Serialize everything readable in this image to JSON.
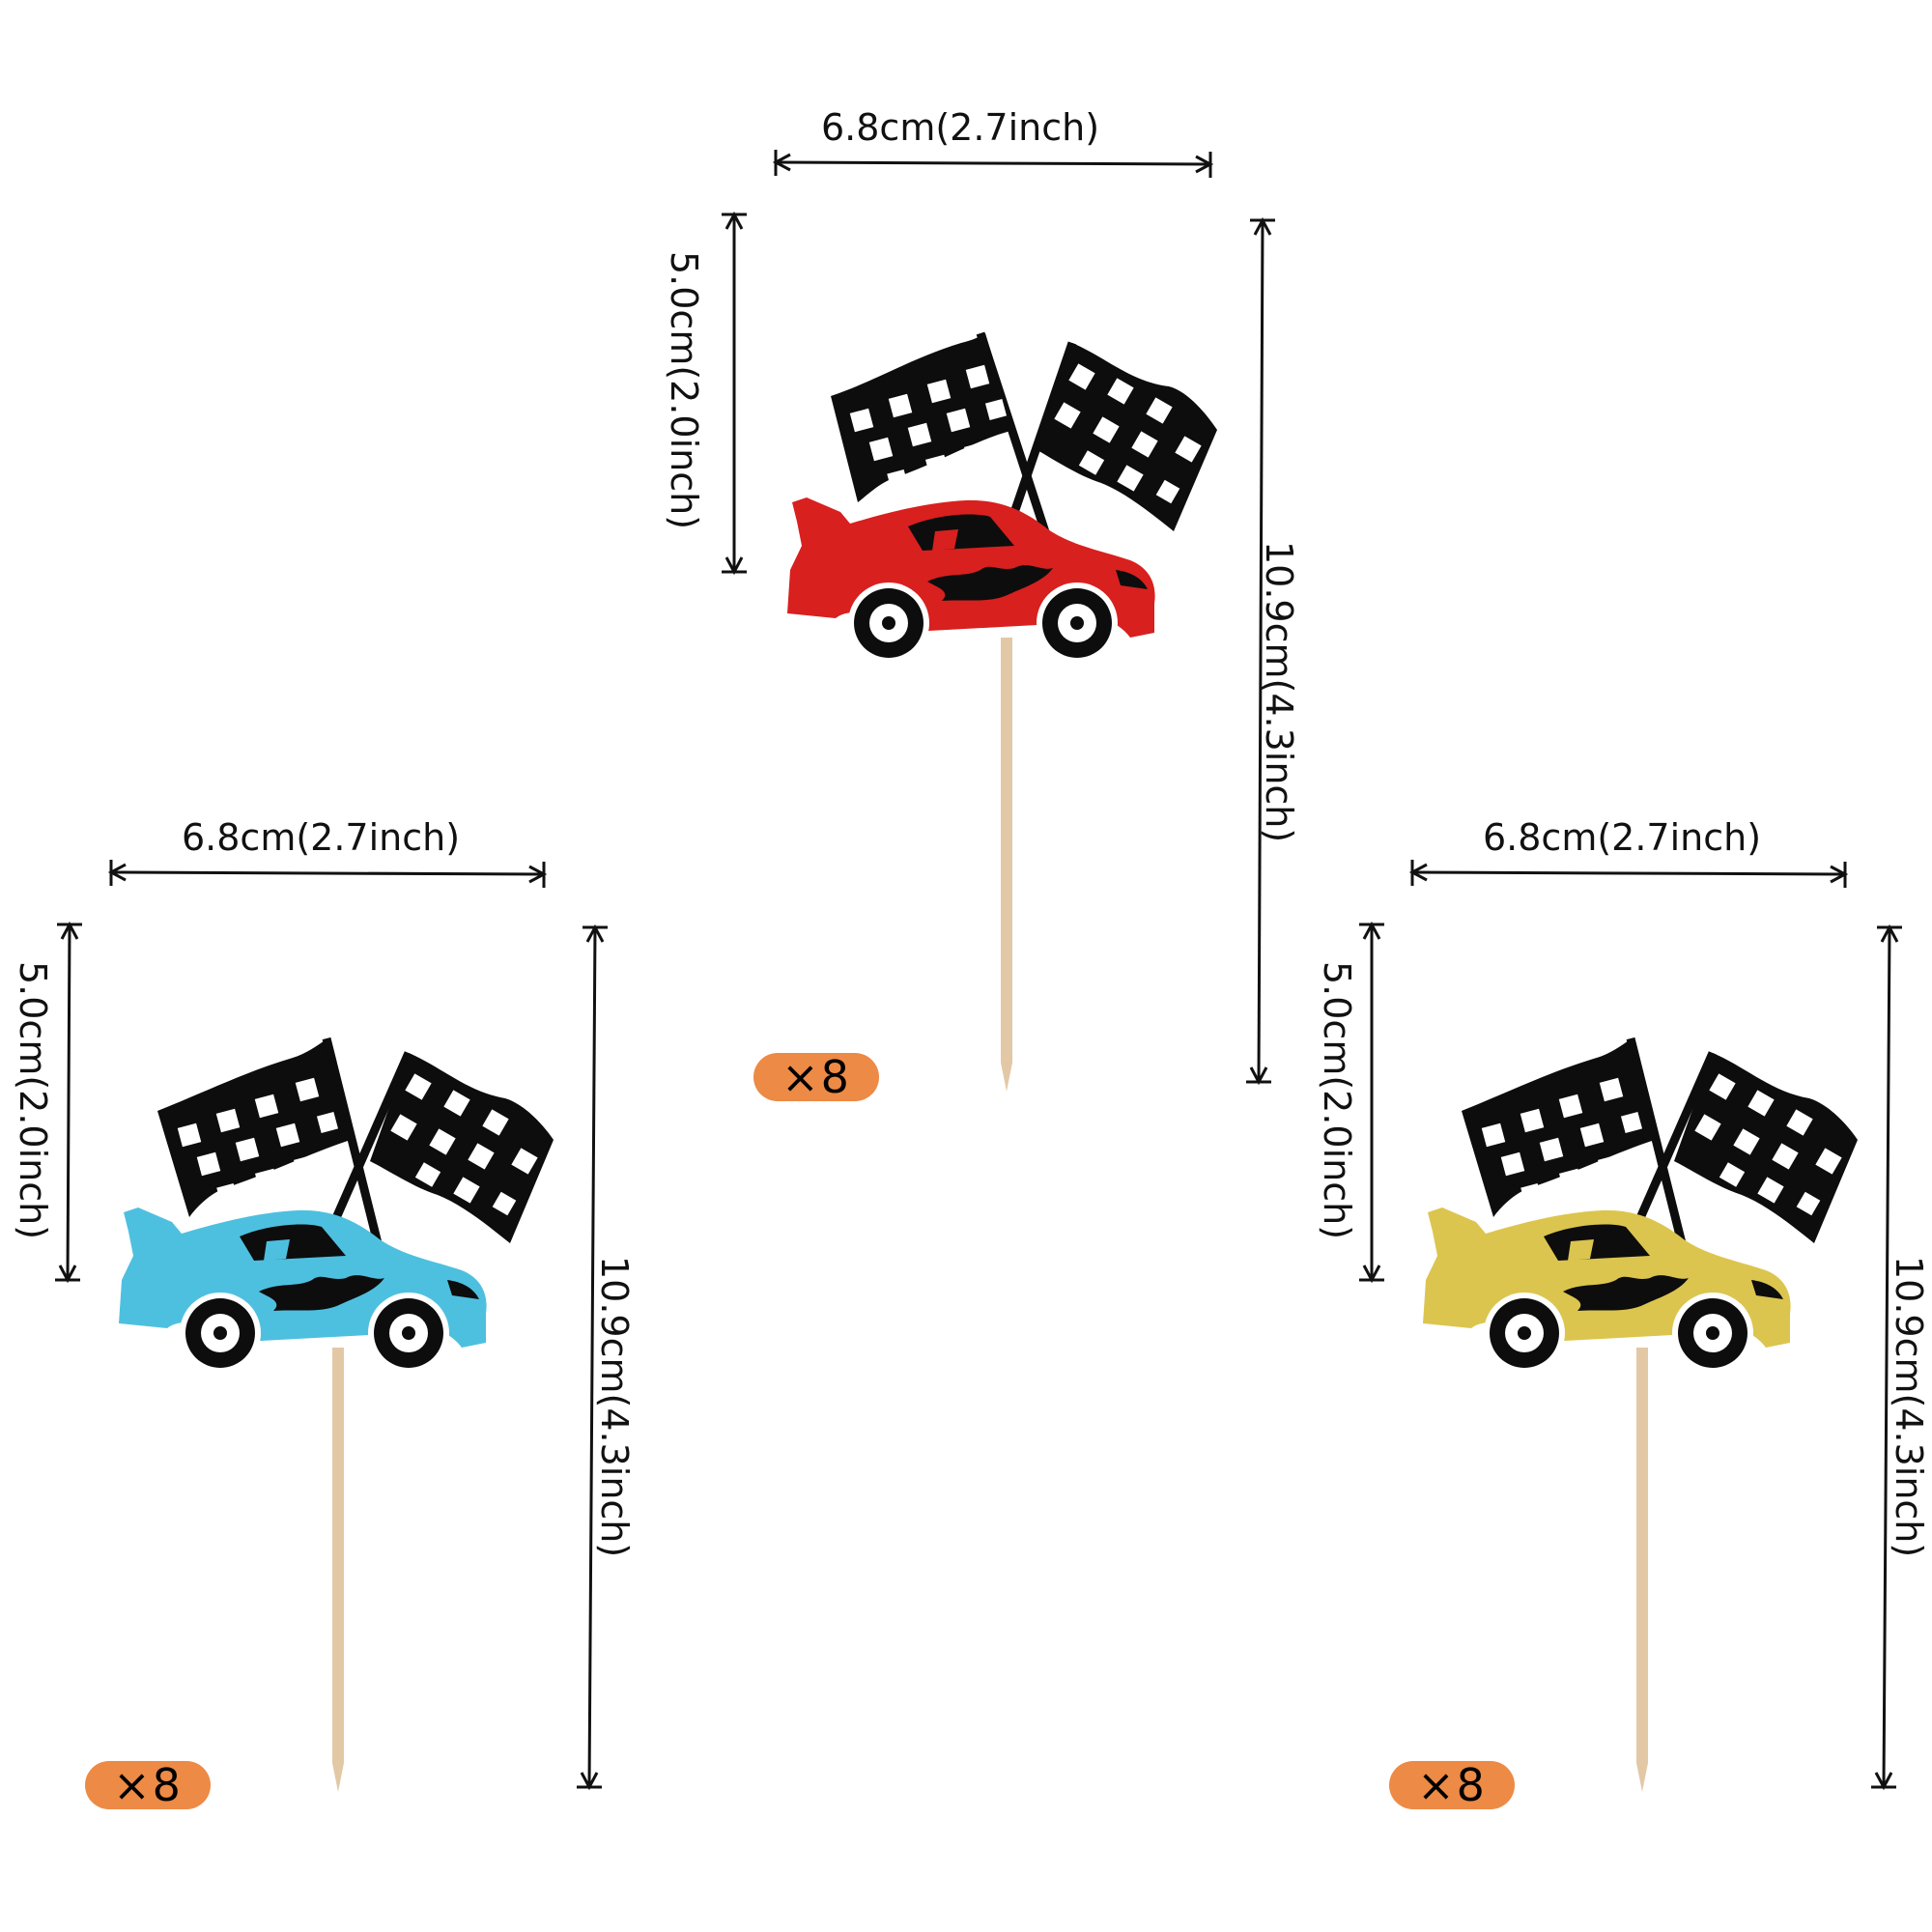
{
  "colors": {
    "red_body": "#d8201f",
    "blue_body": "#4ec0df",
    "gold_body": "#dcc54e",
    "flag": "#0d0d0d",
    "stick": "#e3c8a6",
    "badge": "#ed8a45"
  },
  "toppers": [
    {
      "name": "red",
      "width_label": "6.8cm(2.7inch)",
      "height_label": "5.0cm(2.0inch)",
      "total_label": "10.9cm(4.3inch)",
      "quantity": "×8",
      "body_color": "#d8201f"
    },
    {
      "name": "blue",
      "width_label": "6.8cm(2.7inch)",
      "height_label": "5.0cm(2.0inch)",
      "total_label": "10.9cm(4.3inch)",
      "quantity": "×8",
      "body_color": "#4ec0df"
    },
    {
      "name": "gold",
      "width_label": "6.8cm(2.7inch)",
      "height_label": "5.0cm(2.0inch)",
      "total_label": "10.9cm(4.3inch)",
      "quantity": "×8",
      "body_color": "#dcc54e"
    }
  ]
}
